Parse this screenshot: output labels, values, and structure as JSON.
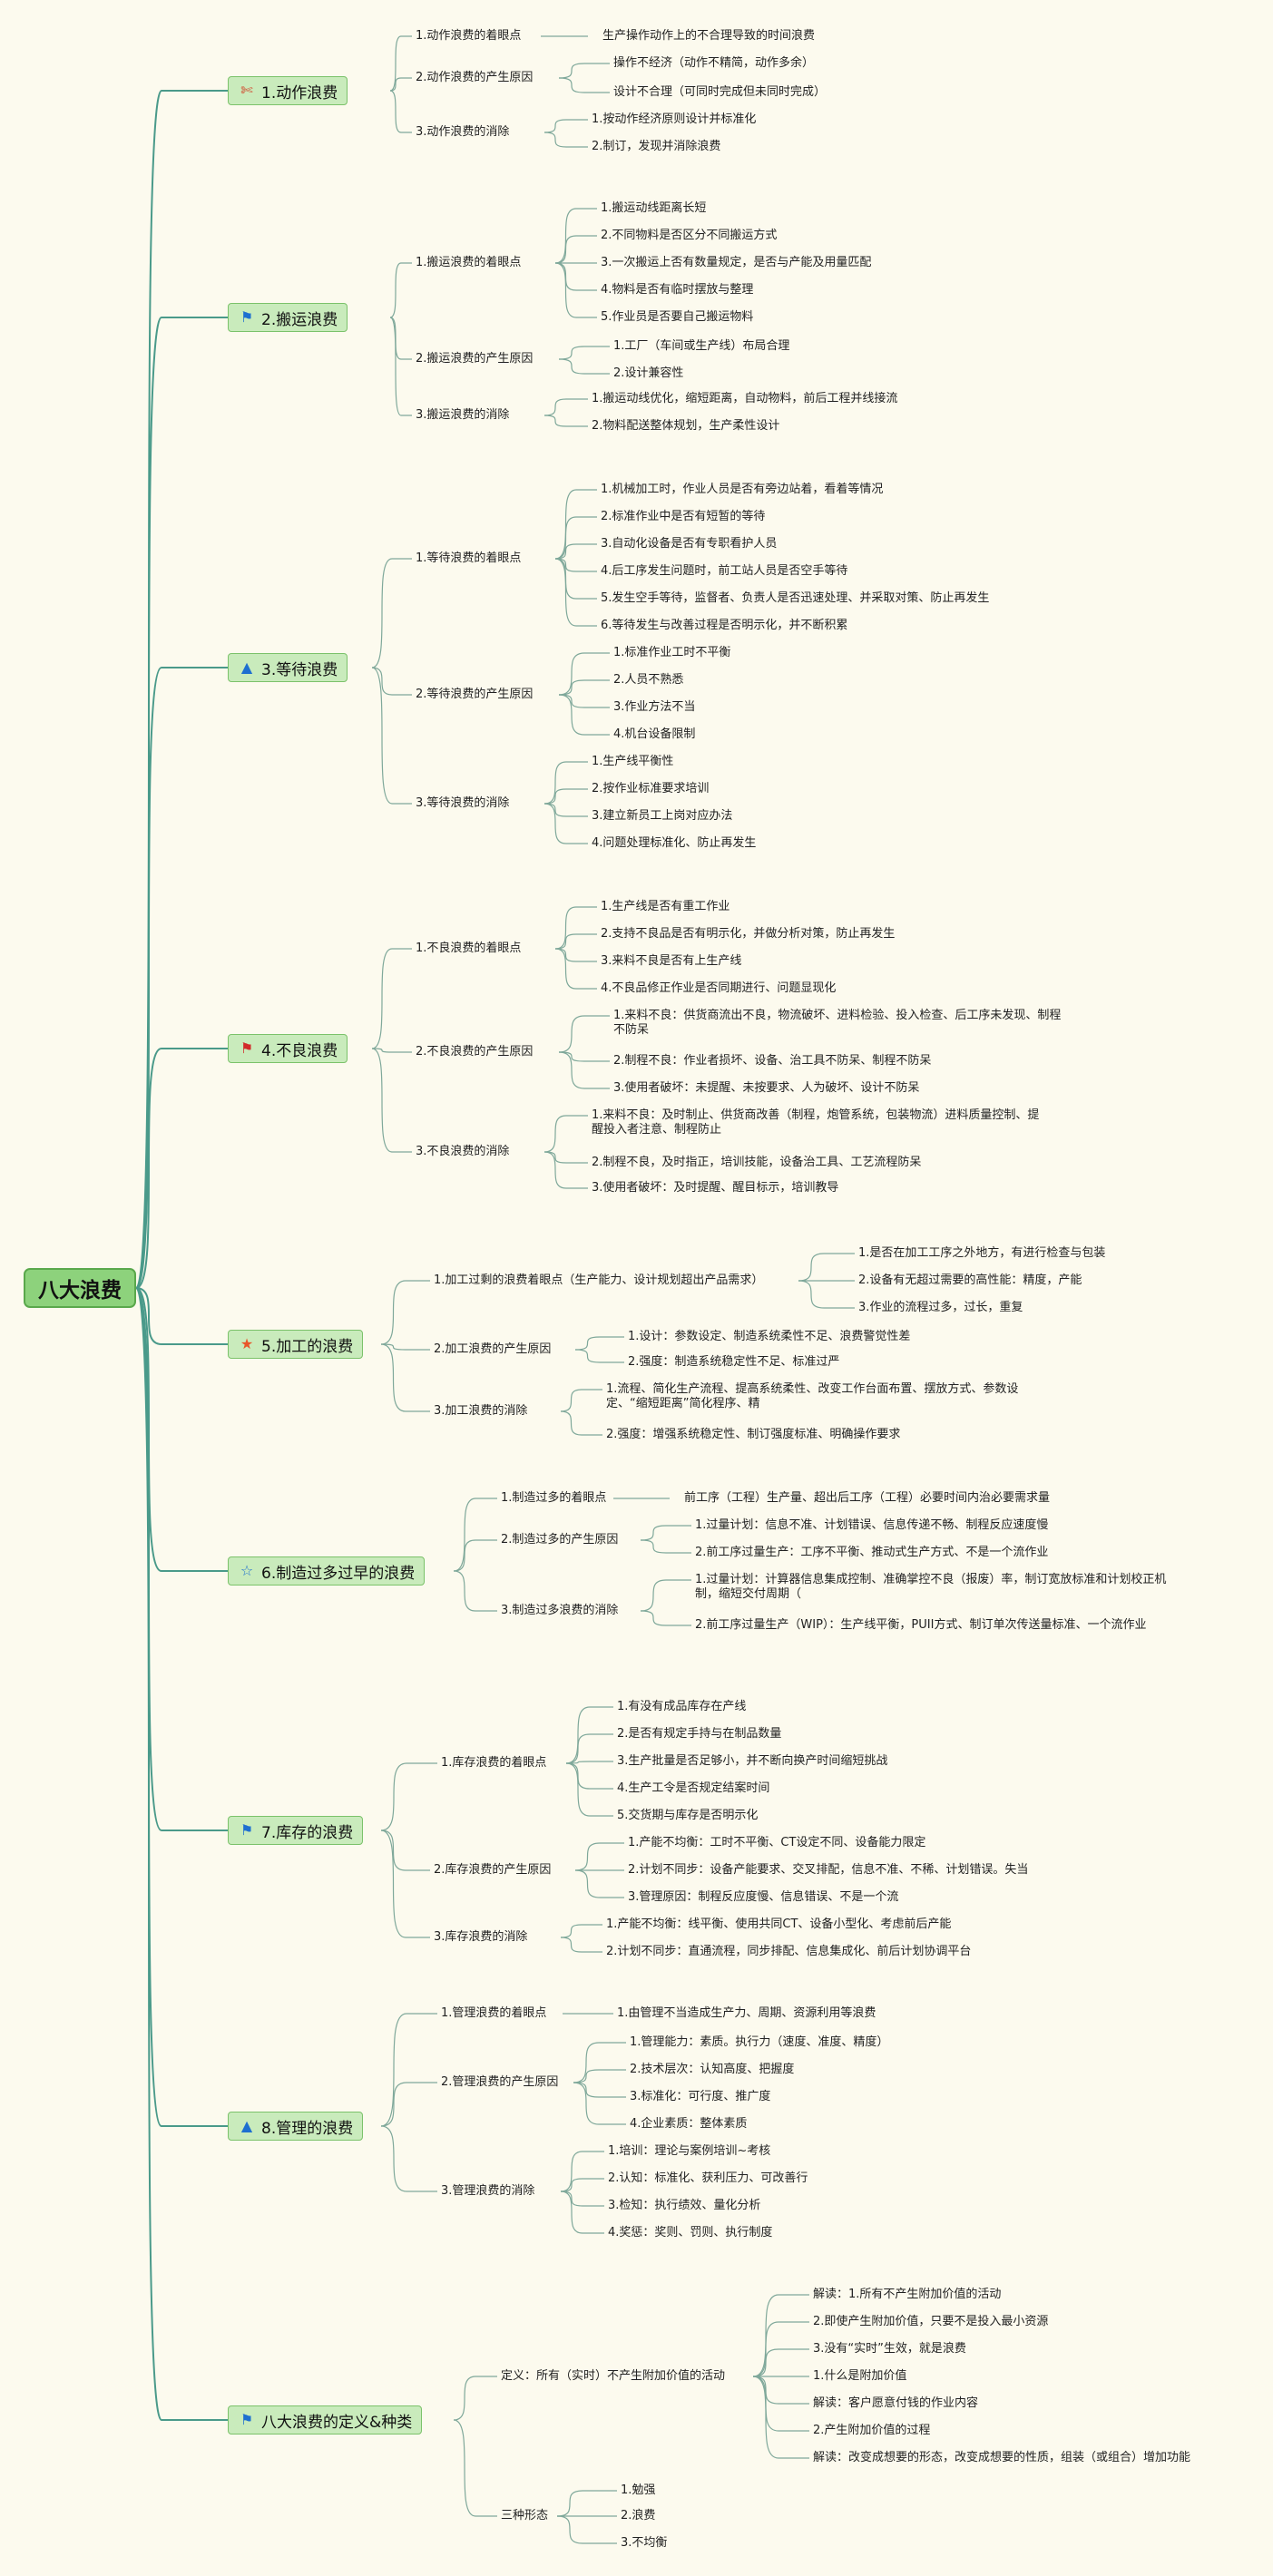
{
  "root": "八大浪费",
  "branches": [
    {
      "label": "1.动作浪费",
      "icon": "tools-icon"
    },
    {
      "label": "2.搬运浪费",
      "icon": "flag-blue-icon"
    },
    {
      "label": "3.等待浪费",
      "icon": "fire-icon"
    },
    {
      "label": "4.不良浪费",
      "icon": "flag-red-icon"
    },
    {
      "label": "5.加工的浪费",
      "icon": "star-red-icon"
    },
    {
      "label": "6.制造过多过早的浪费",
      "icon": "star-outline-icon"
    },
    {
      "label": "7.库存的浪费",
      "icon": "flag-blue-icon"
    },
    {
      "label": "8.管理的浪费",
      "icon": "fire-icon"
    },
    {
      "label": "八大浪费的定义&种类",
      "icon": "flag-blue-icon"
    }
  ],
  "b1": {
    "s1": "1.动作浪费的着眼点",
    "s1a": "生产操作动作上的不合理导致的时间浪费",
    "s2": "2.动作浪费的产生原因",
    "s2a": "操作不经济（动作不精简，动作多余）",
    "s2b": "设计不合理（可同时完成但未同时完成）",
    "s3": "3.动作浪费的消除",
    "s3a": "1.按动作经济原则设计并标准化",
    "s3b": "2.制订，发现并消除浪费"
  },
  "b2": {
    "s1": "1.搬运浪费的着眼点",
    "s1a": "1.搬运动线距离长短",
    "s1b": "2.不同物料是否区分不同搬运方式",
    "s1c": "3.一次搬运上否有数量规定，是否与产能及用量匹配",
    "s1d": "4.物料是否有临时摆放与整理",
    "s1e": "5.作业员是否要自己搬运物料",
    "s2": "2.搬运浪费的产生原因",
    "s2a": "1.工厂（车间或生产线）布局合理",
    "s2b": "2.设计兼容性",
    "s3": "3.搬运浪费的消除",
    "s3a": "1.搬运动线优化，缩短距离，自动物料，前后工程并线接流",
    "s3b": "2.物料配送整体规划，生产柔性设计"
  },
  "b3": {
    "s1": "1.等待浪费的着眼点",
    "s1a": "1.机械加工时，作业人员是否有旁边站着，看着等情况",
    "s1b": "2.标准作业中是否有短暂的等待",
    "s1c": "3.自动化设备是否有专职看护人员",
    "s1d": "4.后工序发生问题时，前工站人员是否空手等待",
    "s1e": "5.发生空手等待，监督者、负责人是否迅速处理、并采取对策、防止再发生",
    "s1f": "6.等待发生与改善过程是否明示化，并不断积累",
    "s2": "2.等待浪费的产生原因",
    "s2a": "1.标准作业工时不平衡",
    "s2b": "2.人员不熟悉",
    "s2c": "3.作业方法不当",
    "s2d": "4.机台设备限制",
    "s3": "3.等待浪费的消除",
    "s3a": "1.生产线平衡性",
    "s3b": "2.按作业标准要求培训",
    "s3c": "3.建立新员工上岗对应办法",
    "s3d": "4.问题处理标准化、防止再发生"
  },
  "b4": {
    "s1": "1.不良浪费的着眼点",
    "s1a": "1.生产线是否有重工作业",
    "s1b": "2.支持不良品是否有明示化，并做分析对策，防止再发生",
    "s1c": "3.来料不良是否有上生产线",
    "s1d": "4.不良品修正作业是否同期进行、问题显现化",
    "s2": "2.不良浪费的产生原因",
    "s2a": "1.来料不良：供货商流出不良，物流破坏、进料检验、投入检查、后工序未发现、制程不防呆",
    "s2b": "2.制程不良：作业者损坏、设备、治工具不防呆、制程不防呆",
    "s2c": "3.使用者破坏：未提醒、未按要求、人为破坏、设计不防呆",
    "s3": "3.不良浪费的消除",
    "s3a": "1.来料不良：及时制止、供货商改善（制程，炮管系统，包装物流）进料质量控制、提醒投入者注意、制程防止",
    "s3b": "2.制程不良，及时指正，培训技能，设备治工具、工艺流程防呆",
    "s3c": "3.使用者破坏：及时提醒、醒目标示，培训教导"
  },
  "b5": {
    "s1": "1.加工过剩的浪费着眼点（生产能力、设计规划超出产品需求）",
    "s1a": "1.是否在加工工序之外地方，有进行检查与包装",
    "s1b": "2.设备有无超过需要的高性能：精度，产能",
    "s1c": "3.作业的流程过多，过长，重复",
    "s2": "2.加工浪费的产生原因",
    "s2a": "1.设计：参数设定、制造系统柔性不足、浪费警觉性差",
    "s2b": "2.强度：制造系统稳定性不足、标准过严",
    "s3": "3.加工浪费的消除",
    "s3a": "1.流程、简化生产流程、提高系统柔性、改变工作台面布置、摆放方式、参数设定、“缩短距离”简化程序、精",
    "s3b": "2.强度：增强系统稳定性、制订强度标准、明确操作要求"
  },
  "b6": {
    "s1": "1.制造过多的着眼点",
    "s1a": "前工序（工程）生产量、超出后工序（工程）必要时间内治必要需求量",
    "s2": "2.制造过多的产生原因",
    "s2a": "1.过量计划：信息不准、计划错误、信息传递不畅、制程反应速度慢",
    "s2b": "2.前工序过量生产：工序不平衡、推动式生产方式、不是一个流作业",
    "s3": "3.制造过多浪费的消除",
    "s3a": "1.过量计划：计算器信息集成控制、准确掌控不良（报废）率，制订宽放标准和计划校正机制，缩短交付周期（",
    "s3b": "2.前工序过量生产（WIP）：生产线平衡，PUII方式、制订单次传送量标准、一个流作业"
  },
  "b7": {
    "s1": "1.库存浪费的着眼点",
    "s1a": "1.有没有成品库存在产线",
    "s1b": "2.是否有规定手持与在制品数量",
    "s1c": "3.生产批量是否足够小，并不断向换产时间缩短挑战",
    "s1d": "4.生产工令是否规定结案时间",
    "s1e": "5.交货期与库存是否明示化",
    "s2": "2.库存浪费的产生原因",
    "s2a": "1.产能不均衡：工时不平衡、CT设定不同、设备能力限定",
    "s2b": "2.计划不同步：设备产能要求、交叉排配，信息不准、不稀、计划错误。失当",
    "s2c": "3.管理原因：制程反应度慢、信息错误、不是一个流",
    "s3": "3.库存浪费的消除",
    "s3a": "1.产能不均衡：线平衡、使用共同CT、设备小型化、考虑前后产能",
    "s3b": "2.计划不同步：直通流程，同步排配、信息集成化、前后计划协调平台"
  },
  "b8": {
    "s1": "1.管理浪费的着眼点",
    "s1a": "1.由管理不当造成生产力、周期、资源利用等浪费",
    "s2": "2.管理浪费的产生原因",
    "s2a": "1.管理能力：素质。执行力（速度、准度、精度）",
    "s2b": "2.技术层次：认知高度、把握度",
    "s2c": "3.标准化：可行度、推广度",
    "s2d": "4.企业素质：整体素质",
    "s3": "3.管理浪费的消除",
    "s3a": "1.培训：理论与案例培训~考核",
    "s3b": "2.认知：标准化、获利压力、可改善行",
    "s3c": "3.检知：执行绩效、量化分析",
    "s3d": "4.奖惩：奖则、罚则、执行制度"
  },
  "b9": {
    "s1": "定义：所有（实时）不产生附加价值的活动",
    "s1a": "解读：1.所有不产生附加价值的活动",
    "s1b": "2.即使产生附加价值，只要不是投入最小资源",
    "s1c": "3.没有“实时”生效，就是浪费",
    "s1d": "1.什么是附加价值",
    "s1e": "解读：客户愿意付钱的作业内容",
    "s1f": "2.产生附加价值的过程",
    "s1g": "解读：改变成想要的形态，改变成想要的性质，组装（或组合）增加功能",
    "s2": "三种形态",
    "s2a": "1.勉强",
    "s2b": "2.浪费",
    "s2c": "3.不均衡"
  }
}
